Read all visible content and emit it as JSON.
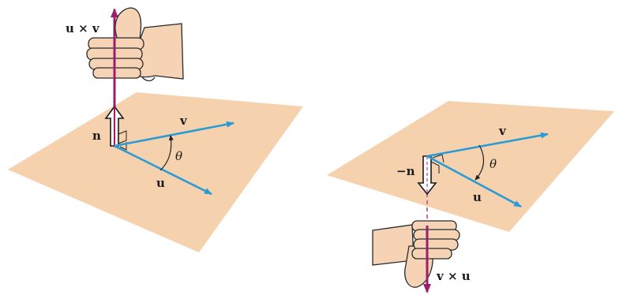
{
  "colors": {
    "plane": "#f5d2ad",
    "vector": "#2b9bd6",
    "cross_product": "#9b1f6d",
    "skin": "#f6d3b4",
    "outline": "#2a2a2a"
  },
  "left_panel": {
    "cross_label": "u × v",
    "normal_label": "n",
    "u_label": "u",
    "v_label": "v",
    "angle_label": "θ"
  },
  "right_panel": {
    "cross_label": "v × u",
    "normal_label": "−n",
    "u_label": "u",
    "v_label": "v",
    "angle_label": "θ"
  }
}
